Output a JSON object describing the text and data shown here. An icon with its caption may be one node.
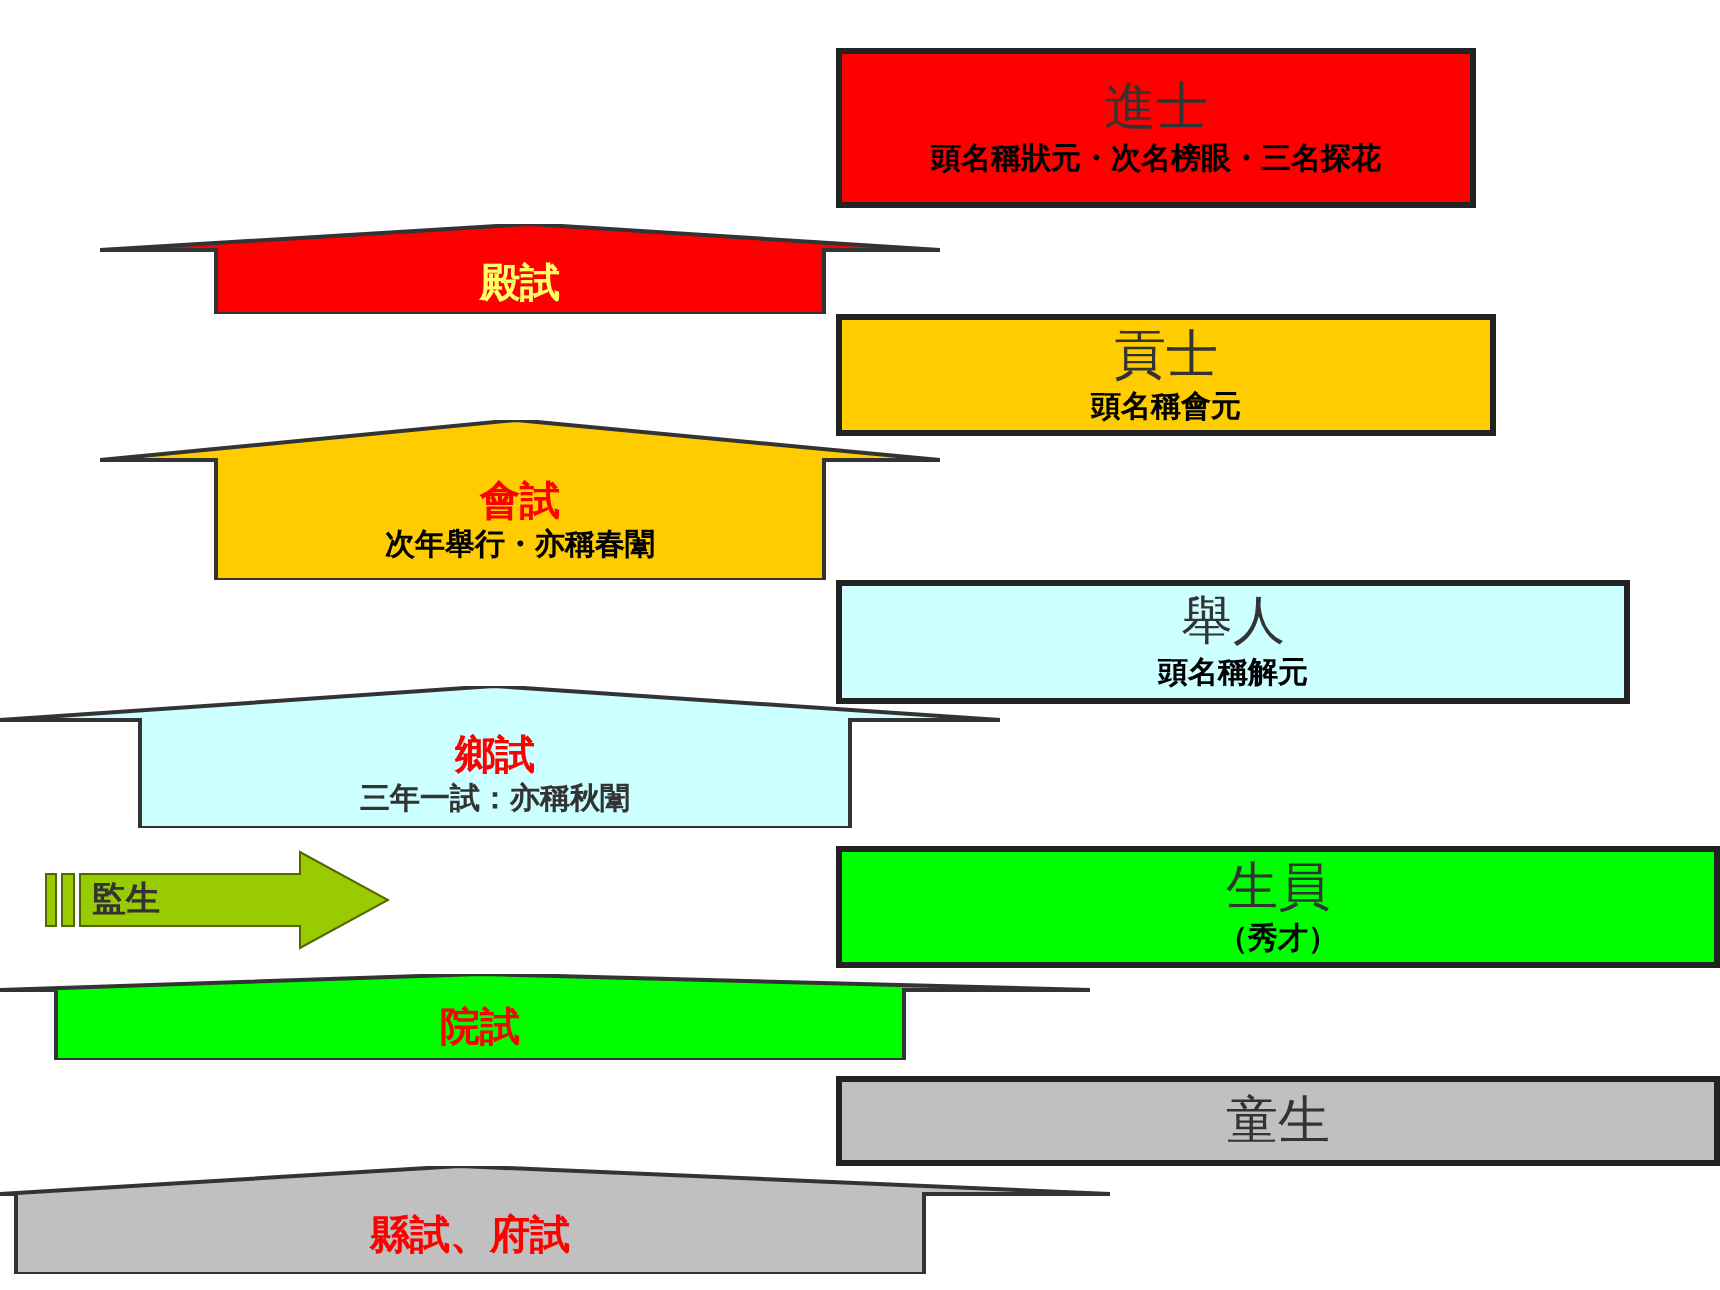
{
  "diagram": {
    "nodes": [
      {
        "text": [
          "進士",
          "頭名稱狀元・次名榜眼・三名探花"
        ]
      },
      {
        "text": [
          "殿試"
        ]
      },
      {
        "text": [
          "貢士",
          "頭名稱會元"
        ]
      },
      {
        "text": [
          "會試",
          "次年舉行・亦稱春闈"
        ]
      },
      {
        "text": [
          "舉人",
          "頭名稱解元"
        ]
      },
      {
        "text": [
          "鄉試",
          "三年一試：亦稱秋闈"
        ]
      },
      {
        "text": [
          "監生"
        ]
      },
      {
        "text": [
          "生員",
          "（秀才）"
        ]
      },
      {
        "text": [
          "院試"
        ]
      },
      {
        "text": [
          "童生"
        ]
      },
      {
        "text": [
          "縣試、府試"
        ]
      }
    ]
  }
}
